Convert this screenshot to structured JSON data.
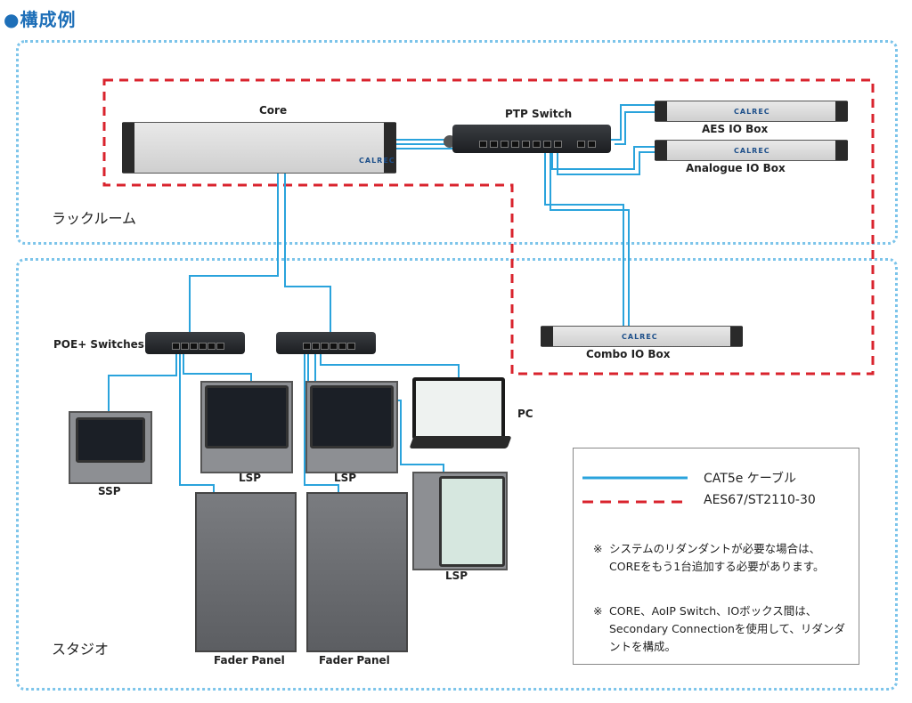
{
  "page_title": "●構成例",
  "zones": {
    "rack_room": "ラックルーム",
    "studio": "スタジオ"
  },
  "devices": {
    "core": "Core",
    "ptp_switch": "PTP Switch",
    "aes_io_box": "AES IO Box",
    "analogue_io_box": "Analogue IO Box",
    "combo_io_box": "Combo IO Box",
    "poe_switches": "POE+ Switches",
    "pc": "PC",
    "ssp": "SSP",
    "lsp_1": "LSP",
    "lsp_2": "LSP",
    "lsp_3": "LSP",
    "fader_panel_1": "Fader Panel",
    "fader_panel_2": "Fader Panel"
  },
  "brand_label": "CALREC",
  "legend": {
    "cat5e": "CAT5e ケーブル",
    "aes67": "AES67/ST2110-30"
  },
  "notes": [
    {
      "mark": "※",
      "text": "システムのリダンダントが必要な場合は、COREをもう1台追加する必要があります。"
    },
    {
      "mark": "※",
      "text": "CORE、AoIP Switch、IOボックス間は、Secondary Connectionを使用して、リダンダントを構成。"
    }
  ],
  "colors": {
    "cable": "#2aa3dc",
    "aes67": "#d9232d",
    "zone_border": "#7cc4ea",
    "title": "#1e6fb8"
  }
}
